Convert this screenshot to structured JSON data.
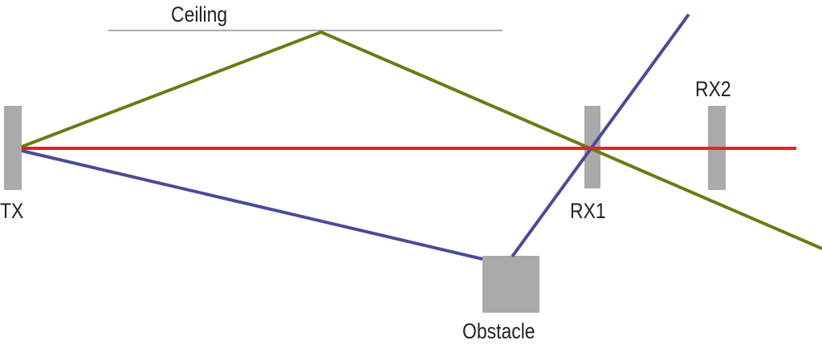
{
  "labels": {
    "ceiling": "Ceiling",
    "tx": "TX",
    "rx1": "RX1",
    "rx2": "RX2",
    "obstacle": "Obstacle"
  },
  "colors": {
    "direct_path": "#e3202a",
    "ceiling_reflection_path": "#6b7a14",
    "obstacle_reflection_path": "#4b4a98",
    "devices": "#aaaaaa",
    "ceiling": "#aaaaaa"
  }
}
